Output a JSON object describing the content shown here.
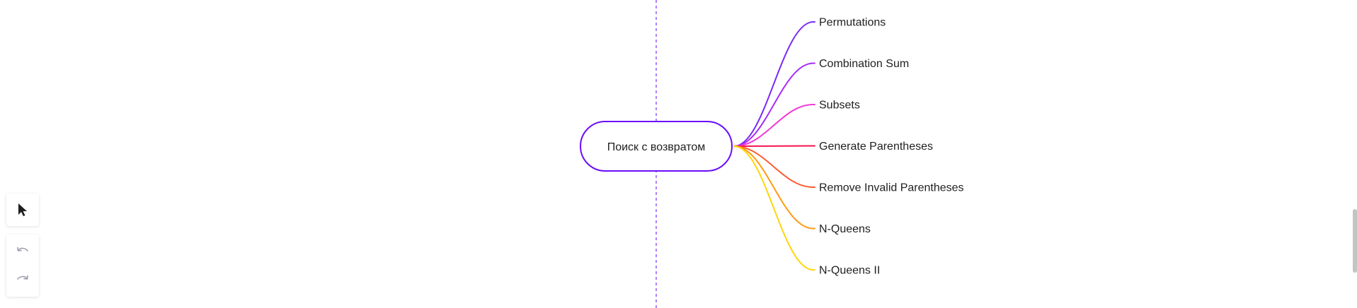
{
  "mindmap": {
    "root": {
      "label": "Поиск с возвратом",
      "color": "#6a0dfa"
    },
    "branches": [
      {
        "label": "Permutations",
        "color": "#7b2cf5"
      },
      {
        "label": "Combination Sum",
        "color": "#a82cf5"
      },
      {
        "label": "Subsets",
        "color": "#f03ad6"
      },
      {
        "label": "Generate Parentheses",
        "color": "#f5134f"
      },
      {
        "label": "Remove Invalid Parentheses",
        "color": "#ff5a30"
      },
      {
        "label": "N-Queens",
        "color": "#ff9a12"
      },
      {
        "label": "N-Queens II",
        "color": "#ffd60a"
      }
    ],
    "axis_color": "#7b2cf5"
  },
  "toolbar": {
    "select_icon": "cursor-arrow-icon",
    "undo_icon": "undo-icon",
    "redo_icon": "redo-icon"
  }
}
